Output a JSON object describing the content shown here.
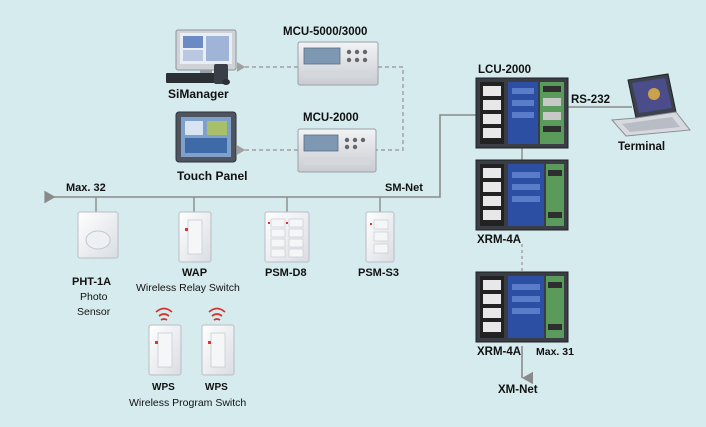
{
  "devices": {
    "simanager": "SiManager",
    "mcu5000": "MCU-5000/3000",
    "mcu2000": "MCU-2000",
    "touch_panel": "Touch Panel",
    "lcu2000": "LCU-2000",
    "rs232": "RS-232",
    "terminal": "Terminal",
    "xrm_upper": "XRM-4A",
    "xrm_lower": "XRM-4A",
    "pht_1": "PHT-1A",
    "pht_2": "Photo",
    "pht_3": "Sensor",
    "wap_1": "WAP",
    "wap_2": "Wireless Relay Switch",
    "psm_d8": "PSM-D8",
    "psm_s3": "PSM-S3",
    "wps_left": "WPS",
    "wps_right": "WPS",
    "wps_caption": "Wireless Program Switch"
  },
  "bus": {
    "sm_net": "SM-Net",
    "max_32": "Max. 32",
    "xm_net": "XM-Net",
    "max_31": "Max. 31"
  },
  "colors": {
    "background": "#d6ebee",
    "line": "#8a8a8a",
    "dashed": "#a0a0a0",
    "module_blue": "#2c4fa3",
    "wireless_red": "#d4332e"
  }
}
